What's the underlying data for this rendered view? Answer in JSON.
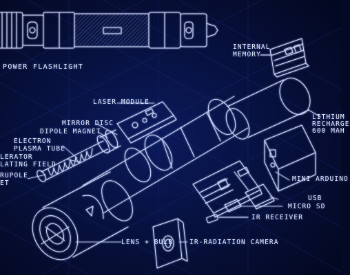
{
  "diagram": {
    "title": "POWER FLASHLIGHT",
    "labels": {
      "internal_memory_1": "INTERNAL",
      "internal_memory_2": "MEMORY",
      "laser_module": "LASER MODULE",
      "mirror_disc": "MIRROR DISC",
      "dipole_magnet": "DIPOLE MAGNET",
      "electron_1": "ELECTRON",
      "electron_2": "PLASMA TUBE",
      "accelerator_1": "LERATOR",
      "accelerator_2": "LATING FIELD",
      "quadrupole_1": "RUPOLE",
      "quadrupole_2": "ET",
      "lithium_1": "LITHIUM",
      "lithium_2": "RECHARGE",
      "lithium_3": "600 MAH",
      "mini_arduino": "MINI ARDUINO",
      "usb": "USB",
      "micro_sd": "MICRO SD",
      "ir_receiver": "IR RECEIVER",
      "lens_bulb": "LENS + BULB",
      "ir_camera": "IR-RADIATION CAMERA"
    },
    "colors": {
      "background": "#050c2e",
      "line": "#cdd8ff",
      "glow": "#6f8cff",
      "grid": "#1c2f7a"
    }
  }
}
